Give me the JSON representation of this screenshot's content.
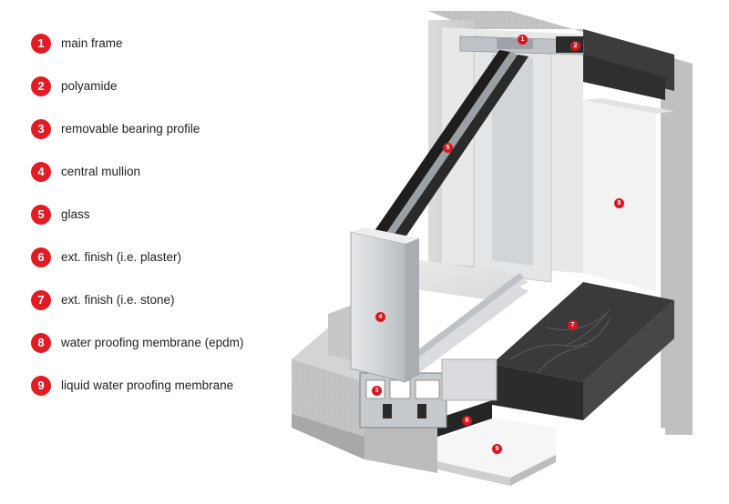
{
  "legend": [
    {
      "num": "1",
      "label": "main frame"
    },
    {
      "num": "2",
      "label": "polyamide"
    },
    {
      "num": "3",
      "label": "removable bearing profile"
    },
    {
      "num": "4",
      "label": "central mullion"
    },
    {
      "num": "5",
      "label": "glass"
    },
    {
      "num": "6",
      "label": "ext. finish (i.e. plaster)"
    },
    {
      "num": "7",
      "label": "ext. finish (i.e. stone)"
    },
    {
      "num": "8",
      "label": "water proofing membrane (epdm)"
    },
    {
      "num": "9",
      "label": "liquid water proofing membrane"
    }
  ],
  "markers": [
    "1",
    "2",
    "3",
    "4",
    "5",
    "6",
    "7",
    "8",
    "9"
  ],
  "colors": {
    "accent": "#e31b23"
  }
}
